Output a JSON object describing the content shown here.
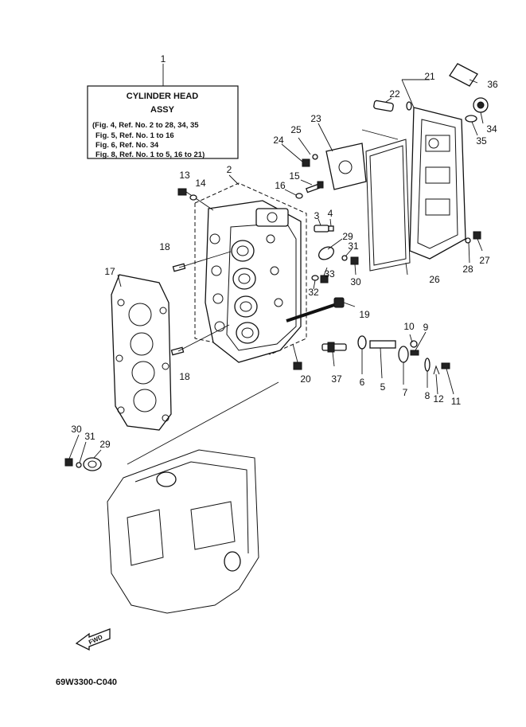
{
  "info_box": {
    "title": "CYLINDER HEAD",
    "subtitle": "ASSY",
    "lines": [
      "(Fig. 4, Ref. No. 2 to 28, 34, 35",
      "Fig. 5, Ref. No. 1 to 16",
      "Fig. 6, Ref. No. 34",
      "Fig. 8, Ref. No. 1 to 5, 16 to 21)"
    ]
  },
  "drawing_code": "69W3300-C040",
  "fwd_label": "FWD",
  "callouts": [
    "1",
    "2",
    "3",
    "4",
    "5",
    "6",
    "7",
    "8",
    "9",
    "10",
    "11",
    "12",
    "13",
    "14",
    "15",
    "16",
    "17",
    "18",
    "18",
    "19",
    "20",
    "21",
    "22",
    "23",
    "24",
    "25",
    "26",
    "27",
    "28",
    "29",
    "29",
    "30",
    "30",
    "31",
    "31",
    "32",
    "33",
    "34",
    "35",
    "36",
    "37"
  ]
}
